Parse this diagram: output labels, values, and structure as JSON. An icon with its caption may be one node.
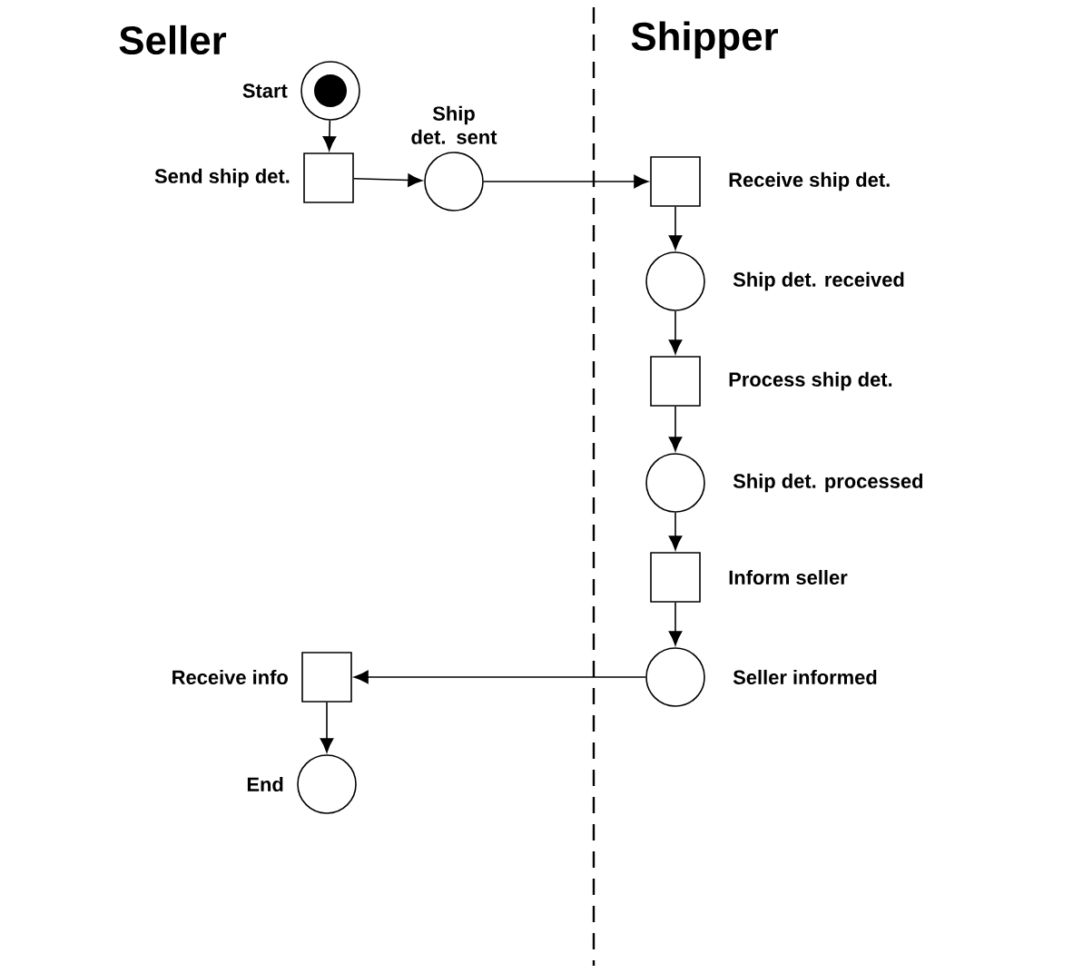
{
  "diagram": {
    "nodes": [
      {
        "text": [],
        "shape": "circle",
        "beside": [
          "Start"
        ]
      },
      {
        "text": [],
        "shape": "box",
        "beside": [
          "Send ship det."
        ]
      },
      {
        "text": [],
        "shape": "circle",
        "beside": [
          "Ship det. sent"
        ]
      },
      {
        "text": [],
        "shape": "box",
        "beside": [
          "Receive ship det."
        ]
      },
      {
        "text": [],
        "shape": "circle",
        "beside": [
          "Ship det. received"
        ]
      },
      {
        "text": [],
        "shape": "box",
        "beside": [
          "Process ship det."
        ]
      },
      {
        "text": [],
        "shape": "circle",
        "beside": [
          "Ship det. processed"
        ]
      },
      {
        "text": [],
        "shape": "box",
        "beside": [
          "Inform seller"
        ]
      },
      {
        "text": [],
        "shape": "circle",
        "beside": [
          "Seller informed"
        ]
      },
      {
        "text": [],
        "shape": "box",
        "beside": [
          "Receive info"
        ]
      },
      {
        "text": [],
        "shape": "circle",
        "beside": [
          "End"
        ]
      }
    ],
    "edges": [
      {
        "from": 0,
        "to": 1,
        "arrow": "to"
      },
      {
        "from": 1,
        "to": 2,
        "arrow": "to"
      },
      {
        "from": 2,
        "to": 3,
        "arrow": "to"
      },
      {
        "from": 3,
        "to": 4,
        "arrow": "to"
      },
      {
        "from": 4,
        "to": 5,
        "arrow": "to"
      },
      {
        "from": 5,
        "to": 6,
        "arrow": "to"
      },
      {
        "from": 6,
        "to": 7,
        "arrow": "to"
      },
      {
        "from": 7,
        "to": 8,
        "arrow": "to"
      },
      {
        "from": 8,
        "to": 9,
        "arrow": "to"
      },
      {
        "from": 9,
        "to": 10,
        "arrow": "to"
      }
    ],
    "labels": [
      "Seller",
      "Shipper"
    ]
  }
}
